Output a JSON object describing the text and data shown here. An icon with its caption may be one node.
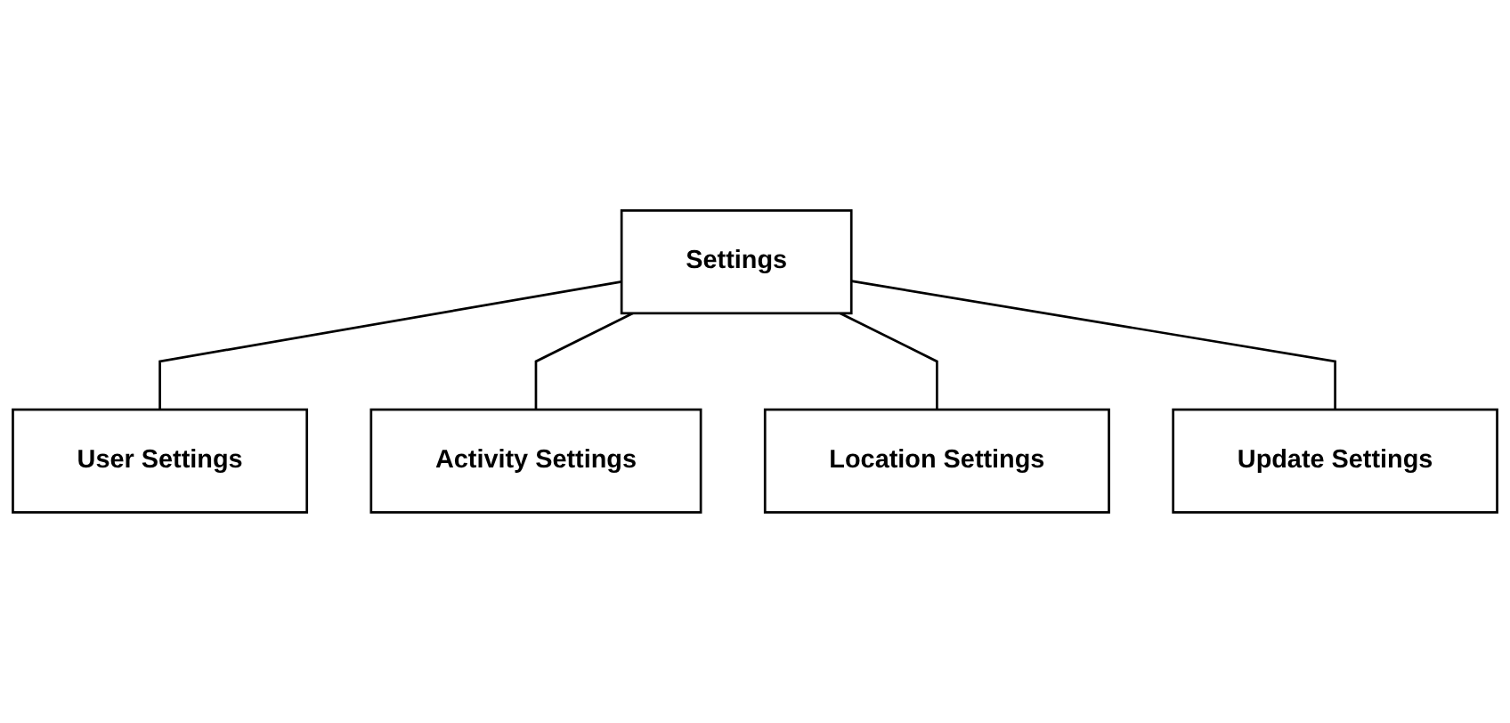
{
  "diagram": {
    "nodes": [
      {
        "text": [
          "Settings"
        ]
      },
      {
        "text": [
          "User Settings"
        ]
      },
      {
        "text": [
          "Activity Settings"
        ]
      },
      {
        "text": [
          "Location Settings"
        ]
      },
      {
        "text": [
          "Update Settings"
        ]
      }
    ],
    "edges": [
      {
        "from": 0,
        "to": 1,
        "arrow": "none"
      },
      {
        "from": 0,
        "to": 2,
        "arrow": "none"
      },
      {
        "from": 0,
        "to": 3,
        "arrow": "none"
      },
      {
        "from": 0,
        "to": 4,
        "arrow": "none"
      }
    ]
  }
}
